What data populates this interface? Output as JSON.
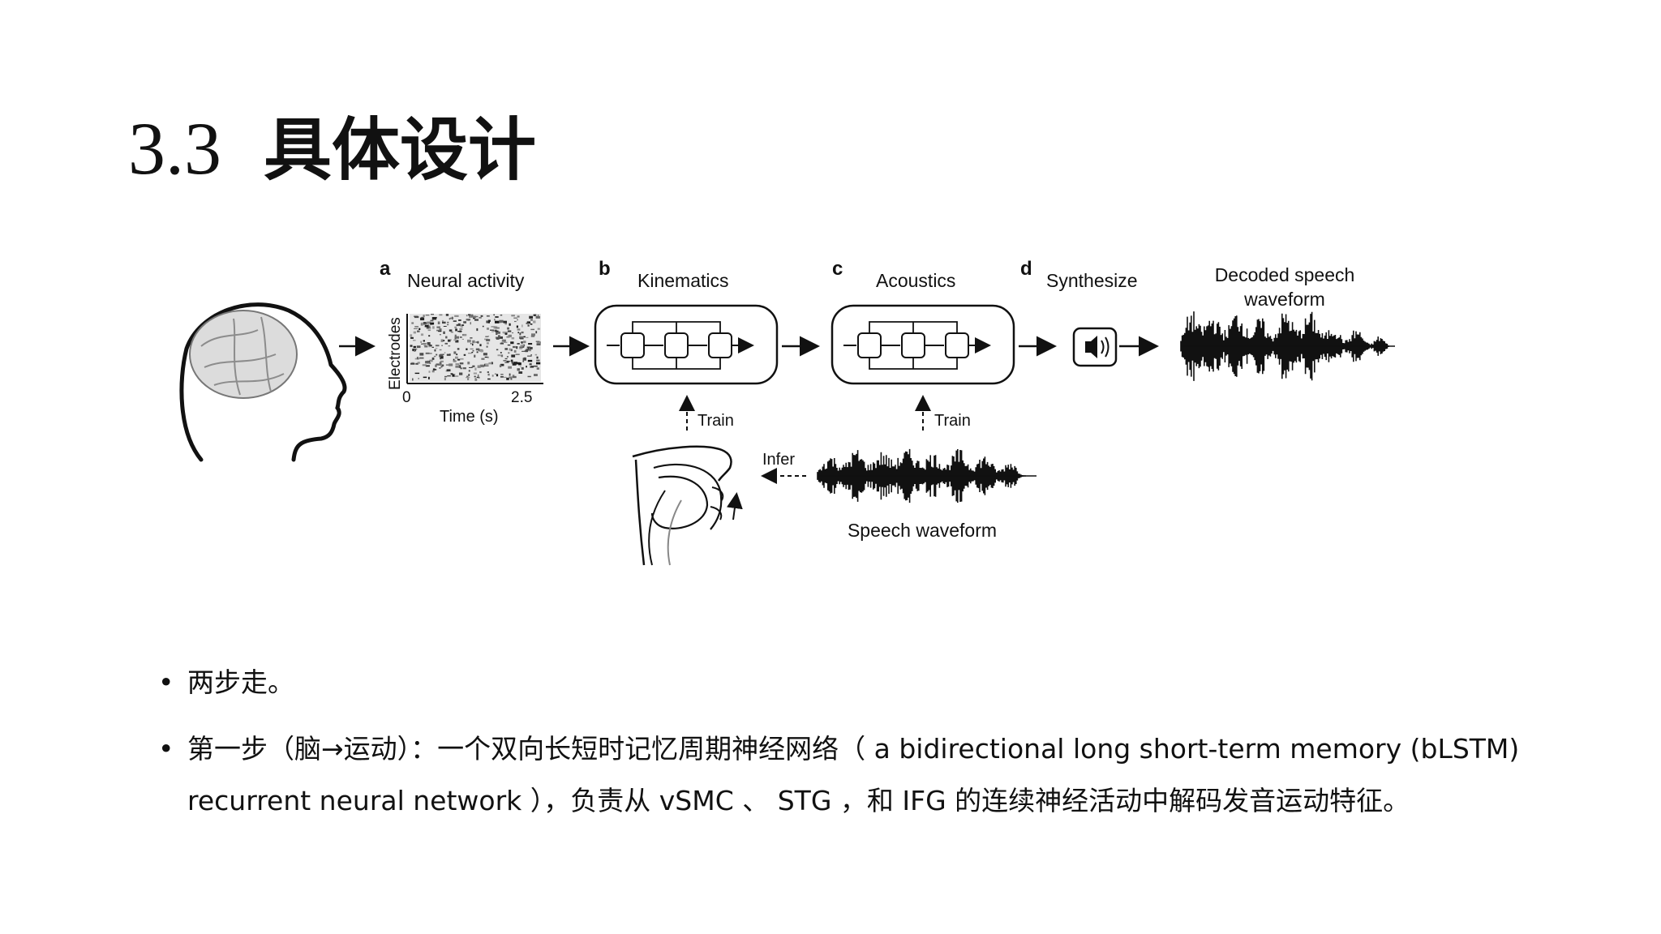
{
  "title": {
    "number": "3.3",
    "text": "具体设计"
  },
  "figure": {
    "panels": [
      {
        "letter": "a",
        "label": "Neural activity"
      },
      {
        "letter": "b",
        "label": "Kinematics"
      },
      {
        "letter": "c",
        "label": "Acoustics"
      },
      {
        "letter": "d",
        "label": "Synthesize"
      }
    ],
    "neural_axis": {
      "ylabel": "Electrodes",
      "xlabel": "Time (s)",
      "tick_start": "0",
      "tick_end": "2.5"
    },
    "output_label": [
      "Decoded speech",
      "waveform"
    ],
    "train_label": "Train",
    "infer_label": "Infer",
    "speech_waveform_label": "Speech waveform",
    "icons": [
      "brain-icon",
      "speaker-icon",
      "vocal-tract-icon"
    ]
  },
  "bullets": [
    "两步走。",
    "第一步（脑→运动）：一个双向长短时记忆周期神经网络（ a bidirectional long short-term memory (bLSTM) recurrent neural network ），负责从 vSMC 、 STG ，和 IFG 的连续神经活动中解码发音运动特征。"
  ]
}
